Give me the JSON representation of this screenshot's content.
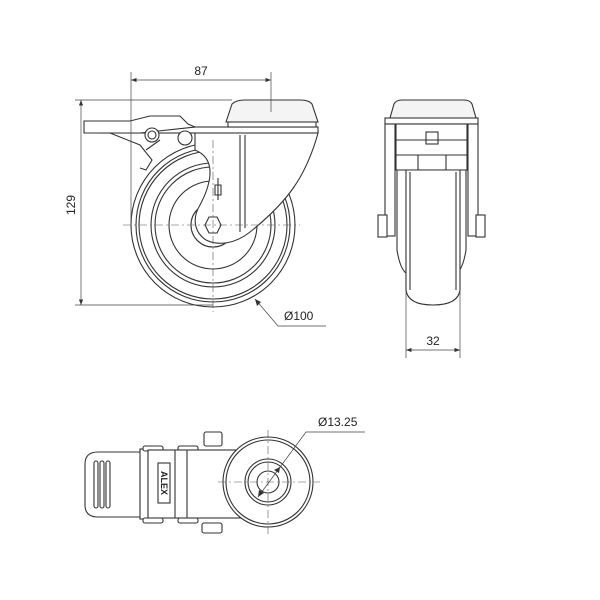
{
  "drawing": {
    "dimensions": {
      "offset": "87",
      "height": "129",
      "wheel_diameter": "Ø100",
      "wheel_width": "32",
      "bolt_hole_diameter": "Ø13.25"
    },
    "logo_text": "ALEX",
    "line_color": "#333333"
  }
}
